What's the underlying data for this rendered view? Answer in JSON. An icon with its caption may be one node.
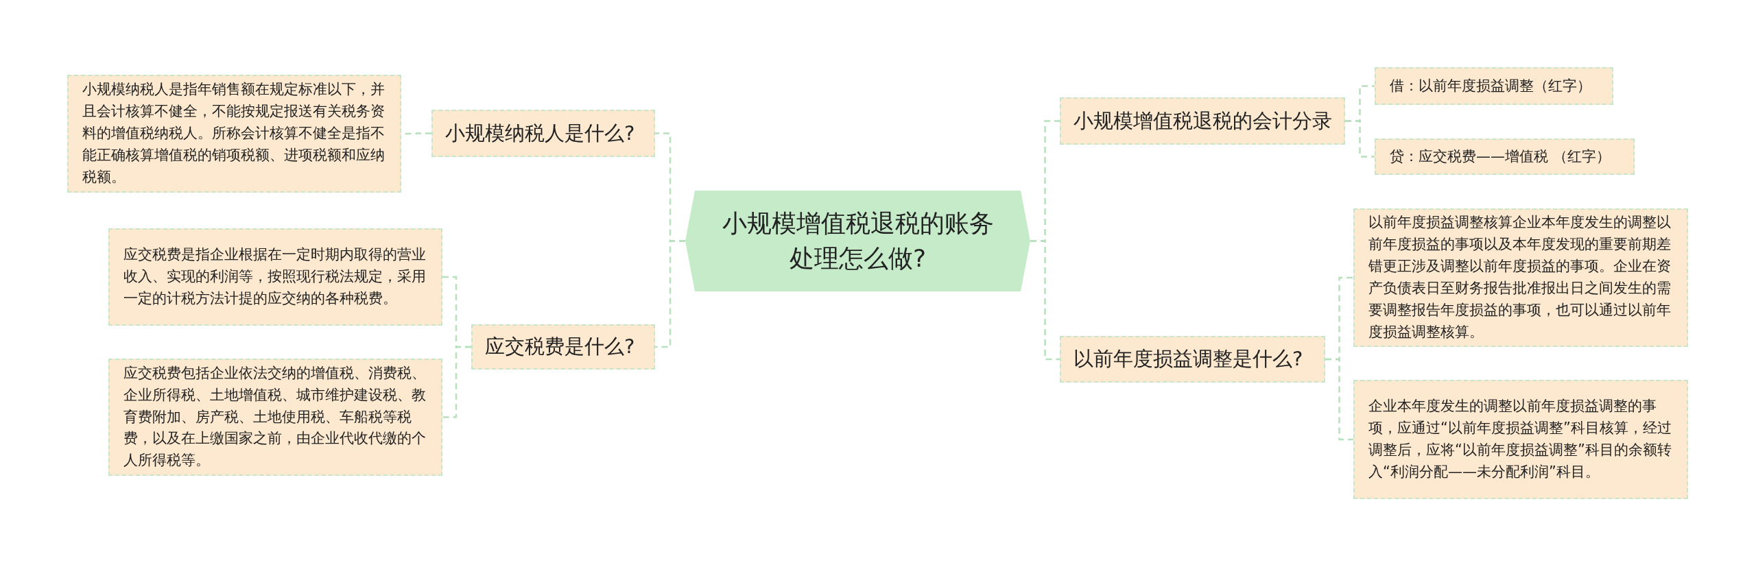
{
  "diagram": {
    "nodes": [
      {
        "text": [
          "小规模增值税退税的账务处理怎么做?"
        ]
      },
      {
        "text": [
          "小规模纳税人是什么?"
        ]
      },
      {
        "text": [
          "小规模纳税人是指年销售额在规定标准以下，并且会计核算不健全，不能按规定报送有关税务资料的增值税纳税人。所称会计核算不健全是指不能正确核算增值税的销项税额、进项税额和应纳税额。"
        ]
      },
      {
        "text": [
          "应交税费是什么?"
        ]
      },
      {
        "text": [
          "应交税费是指企业根据在一定时期内取得的营业收入、实现的利润等，按照现行税法规定，采用一定的计税方法计提的应交纳的各种税费。"
        ]
      },
      {
        "text": [
          "应交税费包括企业依法交纳的增值税、消费税、企业所得税、土地增值税、城市维护建设税、教育费附加、房产税、土地使用税、车船税等税费，以及在上缴国家之前，由企业代收代缴的个人所得税等。"
        ]
      },
      {
        "text": [
          "小规模增值税退税的会计分录"
        ]
      },
      {
        "text": [
          "借：以前年度损益调整（红字）"
        ]
      },
      {
        "text": [
          "贷：应交税费——增值税 （红字）"
        ]
      },
      {
        "text": [
          "以前年度损益调整是什么?"
        ]
      },
      {
        "text": [
          "以前年度损益调整核算企业本年度发生的调整以前年度损益的事项以及本年度发现的重要前期差错更正涉及调整以前年度损益的事项。企业在资产负债表日至财务报告批准报出日之间发生的需要调整报告年度损益的事项，也可以通过以前年度损益调整核算。"
        ]
      },
      {
        "text": [
          "企业本年度发生的调整以前年度损益调整的事项，应通过“以前年度损益调整”科目核算，经过调整后，应将“以前年度损益调整”科目的余额转入“利润分配——未分配利润”科目。"
        ]
      }
    ],
    "edges": [
      {
        "from": 0,
        "to": 1,
        "arrow": "none",
        "style": "dashed"
      },
      {
        "from": 1,
        "to": 2,
        "arrow": "none",
        "style": "dashed"
      },
      {
        "from": 0,
        "to": 3,
        "arrow": "none",
        "style": "dashed"
      },
      {
        "from": 3,
        "to": 4,
        "arrow": "none",
        "style": "dashed"
      },
      {
        "from": 3,
        "to": 5,
        "arrow": "none",
        "style": "dashed"
      },
      {
        "from": 0,
        "to": 6,
        "arrow": "none",
        "style": "dashed"
      },
      {
        "from": 6,
        "to": 7,
        "arrow": "none",
        "style": "dashed"
      },
      {
        "from": 6,
        "to": 8,
        "arrow": "none",
        "style": "dashed"
      },
      {
        "from": 0,
        "to": 9,
        "arrow": "none",
        "style": "dashed"
      },
      {
        "from": 9,
        "to": 10,
        "arrow": "none",
        "style": "dashed"
      },
      {
        "from": 9,
        "to": 11,
        "arrow": "none",
        "style": "dashed"
      }
    ]
  }
}
